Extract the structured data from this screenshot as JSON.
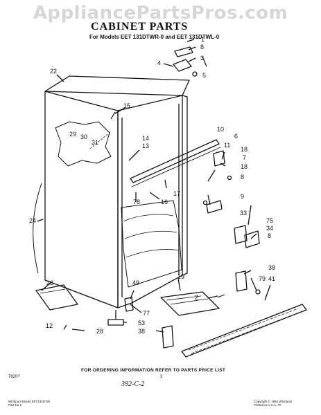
{
  "watermark": "AppliancePartsPros.com",
  "title": "CABINET PARTS",
  "models": "For Models EET 131DTWR-0 and EET 131DTWL-0",
  "footer": "FOR ORDERING INFORMATION REFER TO PARTS PRICE LIST",
  "diagram_code": "7820?",
  "page_number": "2",
  "signature": "392-C-2",
  "publication": [
    "Whirlpool Model EET131DTW",
    "Part No 2"
  ],
  "copyright": [
    "Copyright © 1984 Whirlpool",
    "Printed in U.S.A. ##"
  ],
  "callouts": [
    "1",
    "8",
    "3",
    "4",
    "5",
    "22",
    "15",
    "10",
    "6",
    "11",
    "14",
    "13",
    "29",
    "30",
    "31",
    "18",
    "7",
    "18",
    "8",
    "17",
    "9",
    "16",
    "78",
    "24",
    "33",
    "75",
    "34",
    "8",
    "38",
    "49",
    "19",
    "23",
    "79",
    "41",
    "2",
    "77",
    "12",
    "53",
    "28",
    "38"
  ]
}
